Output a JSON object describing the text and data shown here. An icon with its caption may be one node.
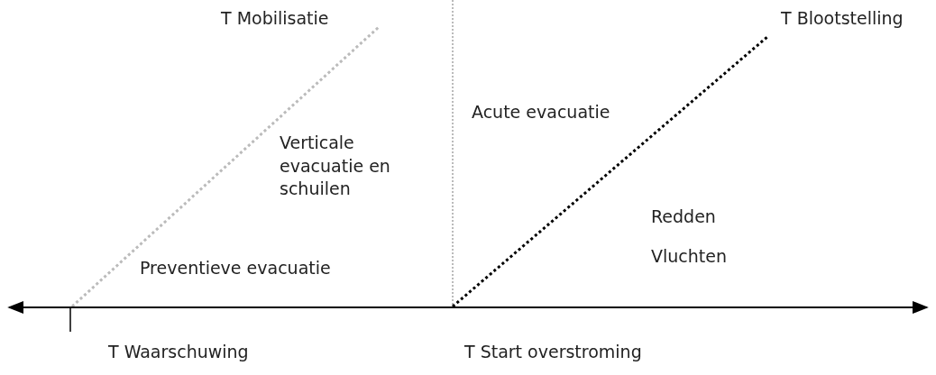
{
  "diagram": {
    "labels": [
      "T Mobilisatie",
      "T Blootstelling",
      "Acute evacuatie",
      "Verticale evacuatie en schuilen",
      "Redden",
      "Preventieve evacuatie",
      "Vluchten",
      "T Waarschuwing",
      "T Start overstroming"
    ]
  }
}
